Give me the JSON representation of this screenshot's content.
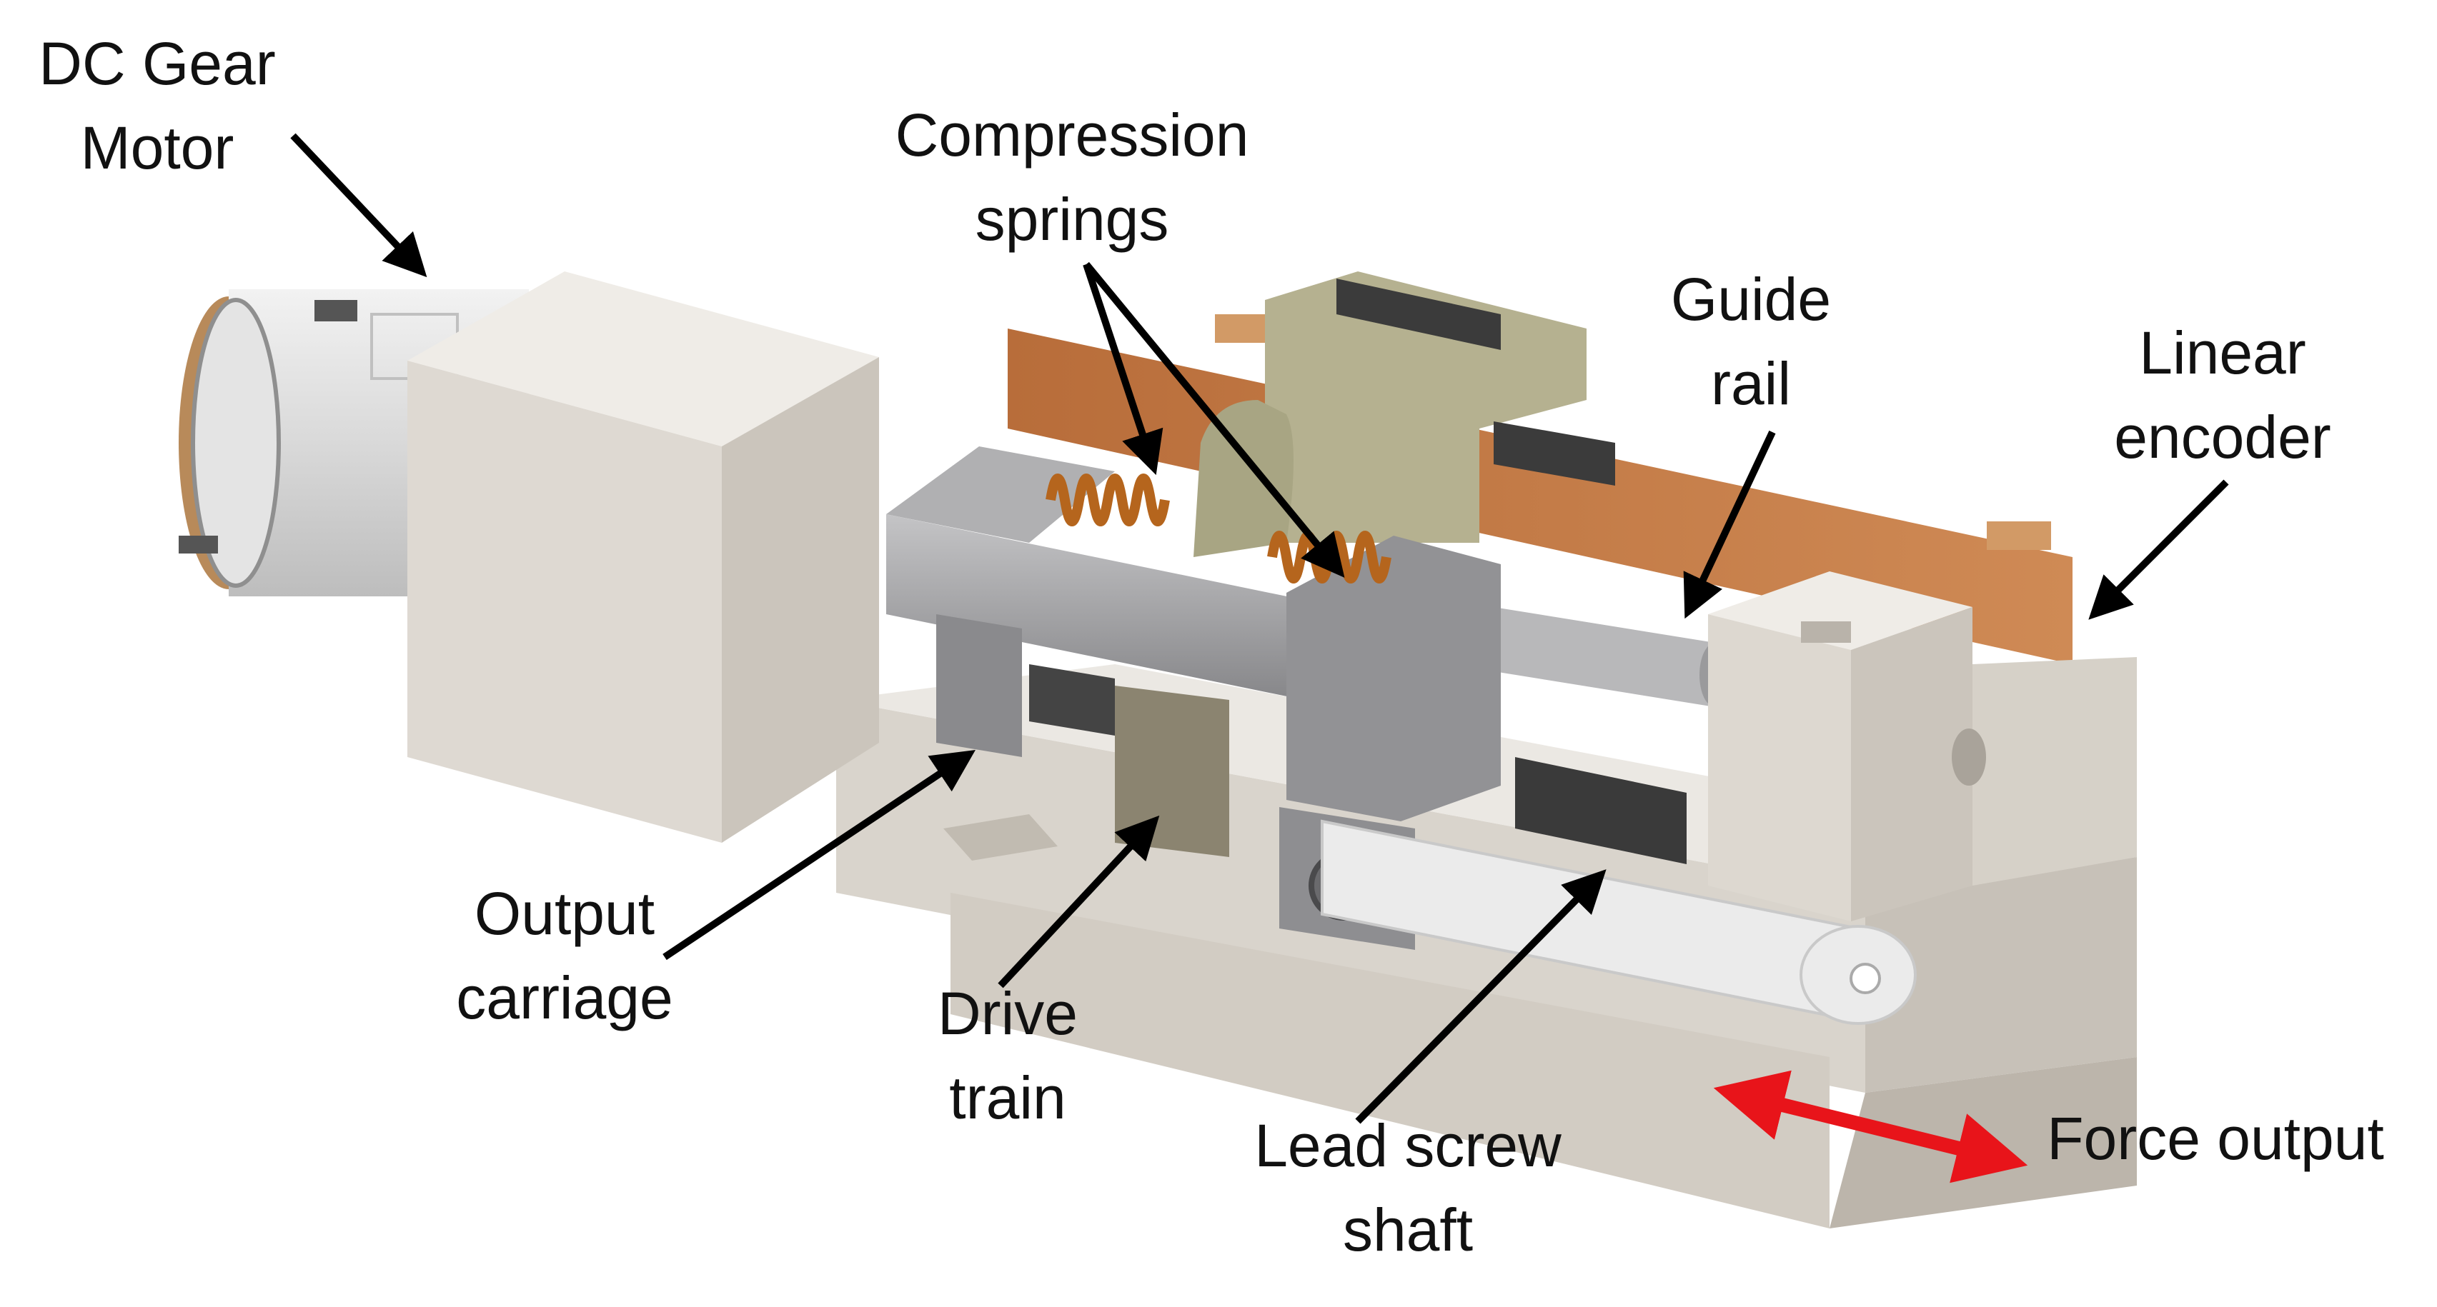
{
  "labels": {
    "dc_gear_motor": "DC Gear\nMotor",
    "compression_springs": "Compression\nsprings",
    "guide_rail": "Guide\nrail",
    "linear_encoder": "Linear\nencoder",
    "output_carriage": "Output\ncarriage",
    "drive_train": "Drive\ntrain",
    "lead_screw_shaft": "Lead screw\nshaft",
    "force_output": "Force output"
  },
  "colors": {
    "housing": "#e6e2dc",
    "housing_shade": "#cfcac2",
    "carriage_metal": "#9c9c9e",
    "spring": "#b5651d",
    "encoder_wood": "#c07a45",
    "slider_olive": "#a9a583",
    "force_arrow": "#e8141a",
    "leader_arrow": "#000000"
  }
}
